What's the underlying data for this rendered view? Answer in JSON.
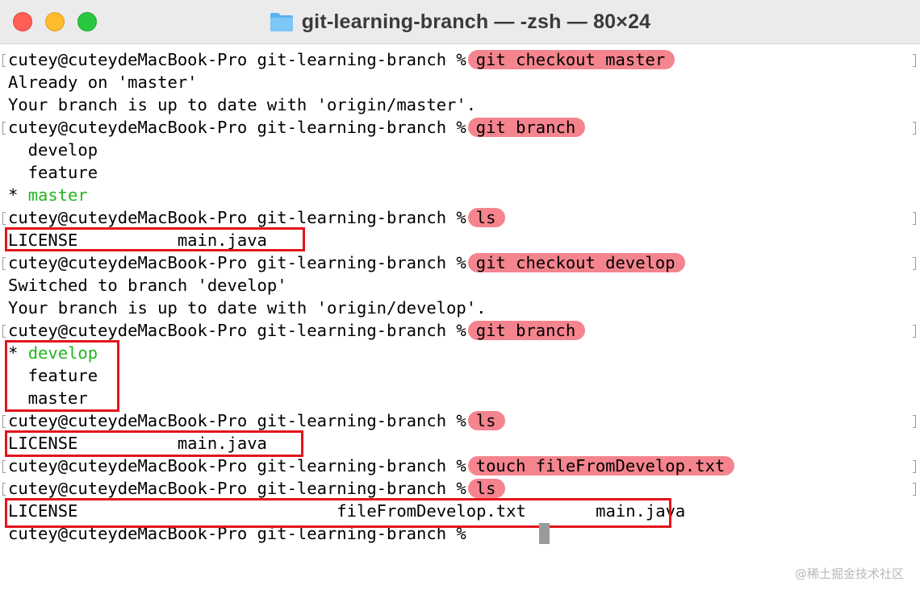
{
  "window": {
    "title": "git-learning-branch — -zsh — 80×24",
    "folder_icon": "folder-icon",
    "colors": {
      "highlight": "#f4848e",
      "branch_green": "#23b51f",
      "box_red": "#e3141c"
    }
  },
  "prompt": "cutey@cuteydeMacBook-Pro git-learning-branch %",
  "commands": [
    "git checkout master",
    "git branch",
    "ls",
    "git checkout develop",
    "git branch",
    "ls",
    "touch fileFromDevelop.txt",
    "ls"
  ],
  "outputs": {
    "checkout_master_1": "Already on 'master'",
    "checkout_master_2": "Your branch is up to date with 'origin/master'.",
    "branch1": [
      "  develop",
      "  feature",
      "* ",
      "master"
    ],
    "ls1": "LICENSE          main.java",
    "checkout_develop_1": "Switched to branch 'develop'",
    "checkout_develop_2": "Your branch is up to date with 'origin/develop'.",
    "branch2": [
      "* ",
      "develop",
      "  feature",
      "  master"
    ],
    "ls2": "LICENSE          main.java",
    "ls3": "LICENSE                          fileFromDevelop.txt       main.java"
  },
  "watermark": "@稀土掘金技术社区"
}
